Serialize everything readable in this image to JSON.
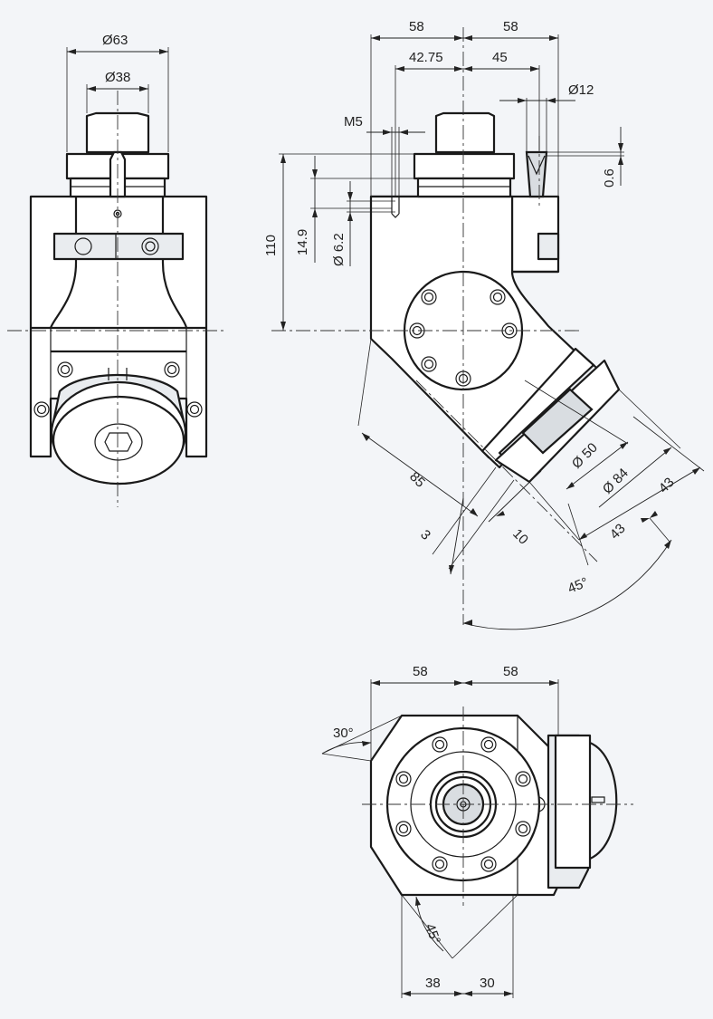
{
  "front_view": {
    "dia_63": "Ø63",
    "dia_38": "Ø38"
  },
  "side_view": {
    "w_left_58": "58",
    "w_right_58": "58",
    "d_42_75": "42.75",
    "d_45": "45",
    "dia_12": "Ø12",
    "thread_m5": "M5",
    "h_110": "110",
    "h_14_9": "14.9",
    "dia_6_2": "Ø 6.2",
    "d_0_6": "0.6",
    "d_85": "85",
    "d_3": "3",
    "d_10": "10",
    "dia_50": "Ø 50",
    "dia_84": "Ø 84",
    "d_43_a": "43",
    "d_43_b": "43",
    "angle_45": "45°"
  },
  "top_view": {
    "w_left_58": "58",
    "w_right_58": "58",
    "angle_30": "30°",
    "angle_45": "45°",
    "d_38": "38",
    "d_30": "30"
  }
}
